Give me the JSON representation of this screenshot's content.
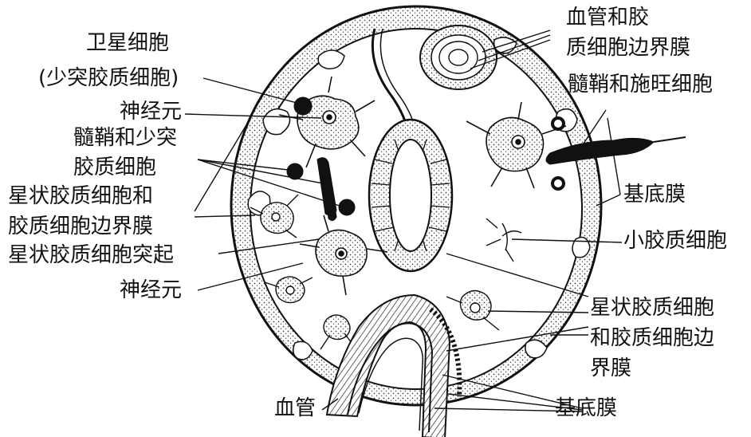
{
  "labels": {
    "satellite_title": "卫星细胞",
    "satellite_sub": "(少突胶质细胞)",
    "neuron_upper": "神经元",
    "myelin_oligo_1": "髓鞘和少突",
    "myelin_oligo_2": "胶质细胞",
    "astro_membrane_1": "星状胶质细胞和",
    "astro_membrane_2": "胶质细胞边界膜",
    "astro_process": "星状胶质细胞突起",
    "neuron_lower": "神经元",
    "vessel_glial_1": "血管和胶",
    "vessel_glial_2": "质细胞边界膜",
    "myelin_schwann": "髓鞘和施旺细胞",
    "basement_membrane_upper": "基底膜",
    "microglia": "小胶质细胞",
    "astro_membrane_right_1": "星状胶质细胞",
    "astro_membrane_right_2": "和胶质细胞边",
    "astro_membrane_right_3": "界膜",
    "blood_vessel": "血管",
    "basement_membrane_lower": "基底膜"
  },
  "colors": {
    "ink": "#111111",
    "stipple": "#f3f3f3"
  }
}
